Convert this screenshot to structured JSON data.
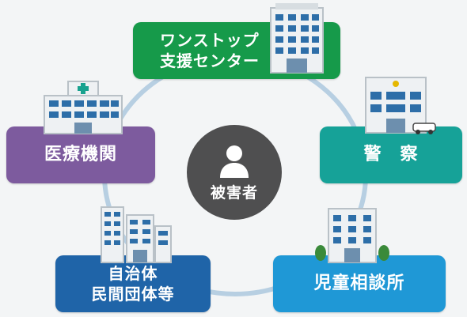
{
  "colors": {
    "onestop": "#169a4a",
    "medical": "#7d5b9e",
    "police": "#16a298",
    "local": "#1f64a8",
    "child": "#1f98d6",
    "victim": "#4f4f50",
    "ring": "#b7cfe2"
  },
  "center": {
    "label": "被害者",
    "icon": "person-icon"
  },
  "nodes": {
    "onestop": {
      "line1": "ワンストップ",
      "line2": "支援センター",
      "icon": "office-building-icon"
    },
    "medical": {
      "label": "医療機関",
      "icon": "hospital-icon"
    },
    "police": {
      "label": "警　察",
      "icon": "police-station-icon"
    },
    "local": {
      "line1": "自治体",
      "line2": "民間団体等",
      "icon": "city-buildings-icon"
    },
    "child": {
      "label": "児童相談所",
      "icon": "public-building-icon"
    }
  }
}
